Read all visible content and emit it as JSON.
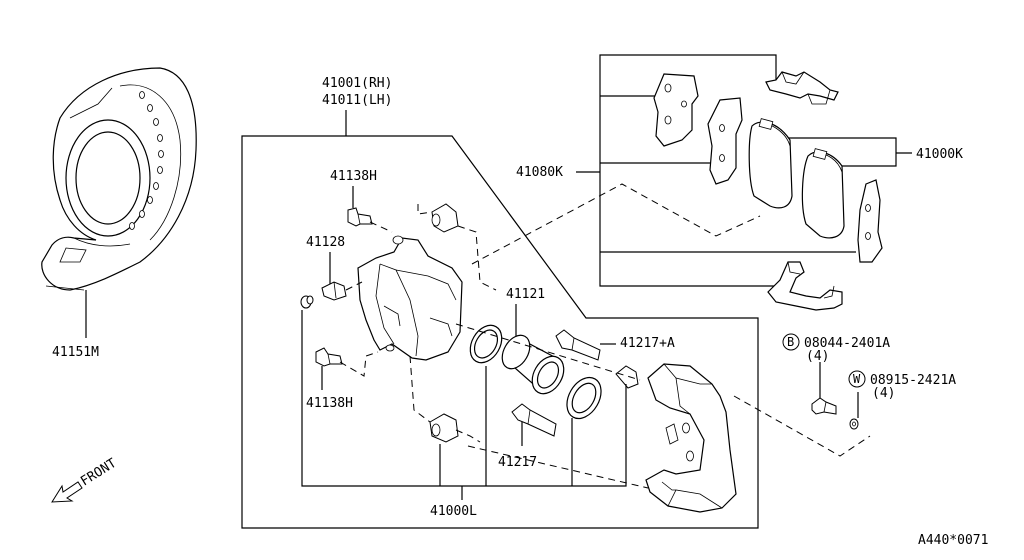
{
  "labels": {
    "caliper_rh": "41001(RH)",
    "caliper_lh": "41011(LH)",
    "bolt_upper": "41138H",
    "bleeder": "41128",
    "bolt_lower": "41138H",
    "piston_seal": "41121",
    "pin_upper": "41217+A",
    "pin_lower": "41217",
    "repair_kit": "41000L",
    "pad_kit": "41000K",
    "pad_shim_kit": "41080K",
    "baffle_plate": "41151M",
    "bolt_b_code": "08044-2401A",
    "bolt_b_qty": "(4)",
    "washer_w_code": "08915-2421A",
    "washer_w_qty": "(4)",
    "front_arrow": "FRONT",
    "diagram_id": "A440*0071"
  },
  "markers": {
    "bolt_marker": "B",
    "washer_marker": "W"
  }
}
